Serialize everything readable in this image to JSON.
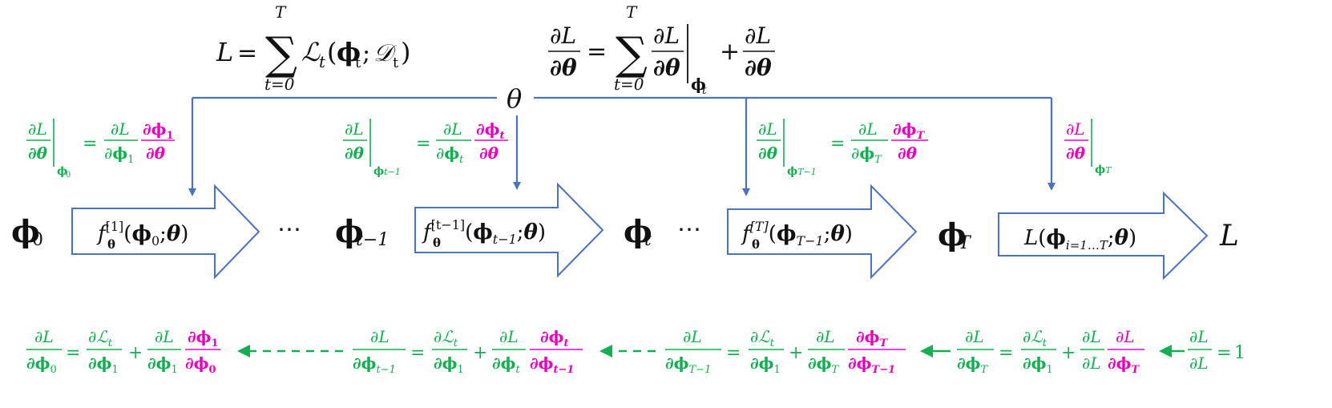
{
  "top_equations": {
    "loss_definition": {
      "lhs": "L",
      "equals": "=",
      "sum_upper": "T",
      "sum_lower": "t=0",
      "term": "ℒ",
      "term_sub": "t",
      "args_open": "(",
      "args_phi": "ϕ",
      "args_phi_sub": "t",
      "args_sep": ";",
      "args_D": "𝒟",
      "args_D_sub": "t",
      "args_close": ")"
    },
    "theta_gradient": {
      "dL": "∂L",
      "dtheta": "∂θ",
      "equals": "=",
      "sum_upper": "T",
      "sum_lower": "t=0",
      "eval_sub": "ϕ",
      "eval_sub_sub": "t",
      "plus": "+"
    }
  },
  "theta_label": "θ",
  "drops": [
    {
      "lhs_num": "∂L",
      "lhs_den": "∂θ",
      "eval": "ϕ",
      "eval_sub": "0",
      "eq": "=",
      "r1_num": "∂L",
      "r1_den_phi": "ϕ",
      "r1_den_sub": "1",
      "r2_num_phi": "∂ϕ",
      "r2_num_sub": "1",
      "r2_den": "∂θ"
    },
    {
      "lhs_num": "∂L",
      "lhs_den": "∂θ",
      "eval": "ϕ",
      "eval_sub": "t−1",
      "eq": "=",
      "r1_num": "∂L",
      "r1_den_phi": "ϕ",
      "r1_den_sub": "t",
      "r2_num_phi": "∂ϕ",
      "r2_num_sub": "t",
      "r2_den": "∂θ"
    },
    {
      "lhs_num": "∂L",
      "lhs_den": "∂θ",
      "eval": "ϕ",
      "eval_sub": "T−1",
      "eq": "=",
      "r1_num": "∂L",
      "r1_den_phi": "ϕ",
      "r1_den_sub": "T",
      "r2_num_phi": "∂ϕ",
      "r2_num_sub": "T",
      "r2_den": "∂θ"
    },
    {
      "lhs_num": "∂L",
      "lhs_den": "∂θ",
      "eval": "ϕ",
      "eval_sub": "T"
    }
  ],
  "states": [
    {
      "sym": "ϕ",
      "sub": "0"
    },
    {
      "sym": "ϕ",
      "sub": "t−1"
    },
    {
      "sym": "ϕ",
      "sub": "t"
    },
    {
      "sym": "ϕ",
      "sub": "T"
    }
  ],
  "ellipses": [
    "⋯",
    "⋯"
  ],
  "blocks": [
    {
      "f": "f",
      "f_sub": "θ",
      "f_sup": "[1]",
      "open": "(",
      "phi": "ϕ",
      "phi_sub": "0",
      "rest": ";",
      "theta": "θ",
      "close": ")"
    },
    {
      "f": "f",
      "f_sub": "θ",
      "f_sup": "[t−1]",
      "open": "(",
      "phi": "ϕ",
      "phi_sub": "t−1",
      "rest": ";",
      "theta": "θ",
      "close": ")"
    },
    {
      "f": "f",
      "f_sub": "θ",
      "f_sup": "[T]",
      "open": "(",
      "phi": "ϕ",
      "phi_sub": "T−1",
      "rest": ";",
      "theta": "θ",
      "close": ")"
    },
    {
      "f": "L",
      "open": "(",
      "phi": "ϕ",
      "phi_sub": "i=1…T",
      "rest": ";",
      "theta": "θ",
      "close": ")"
    }
  ],
  "output_label": "L",
  "backprop": [
    {
      "lhs_num": "∂L",
      "lhs_den_phi": "∂ϕ",
      "lhs_den_sub": "0",
      "eq": "=",
      "a_num": "∂ℒ",
      "a_num_sub": "t",
      "a_den_phi": "∂ϕ",
      "a_den_sub": "1",
      "plus": "+",
      "b_num": "∂L",
      "b_den_phi": "∂ϕ",
      "b_den_sub": "1",
      "c_num_phi": "∂ϕ",
      "c_num_sub": "1",
      "c_den_phi": "∂ϕ",
      "c_den_sub": "0"
    },
    {
      "lhs_num": "∂L",
      "lhs_den_phi": "∂ϕ",
      "lhs_den_sub": "t−1",
      "eq": "=",
      "a_num": "∂ℒ",
      "a_num_sub": "t",
      "a_den_phi": "∂ϕ",
      "a_den_sub": "1",
      "plus": "+",
      "b_num": "∂L",
      "b_den_phi": "∂ϕ",
      "b_den_sub": "t",
      "c_num_phi": "∂ϕ",
      "c_num_sub": "t",
      "c_den_phi": "∂ϕ",
      "c_den_sub": "t−1"
    },
    {
      "lhs_num": "∂L",
      "lhs_den_phi": "∂ϕ",
      "lhs_den_sub": "T−1",
      "eq": "=",
      "a_num": "∂ℒ",
      "a_num_sub": "t",
      "a_den_phi": "∂ϕ",
      "a_den_sub": "1",
      "plus": "+",
      "b_num": "∂L",
      "b_den_phi": "∂ϕ",
      "b_den_sub": "T",
      "c_num_phi": "∂ϕ",
      "c_num_sub": "T",
      "c_den_phi": "∂ϕ",
      "c_den_sub": "T−1"
    },
    {
      "lhs_num": "∂L",
      "lhs_den_phi": "∂ϕ",
      "lhs_den_sub": "T",
      "eq": "=",
      "a_num": "∂ℒ",
      "a_num_sub": "t",
      "a_den_phi": "∂ϕ",
      "a_den_sub": "1",
      "plus": "+",
      "b_num": "∂L",
      "b_den": "∂L",
      "c_num": "∂L",
      "c_den_phi": "∂ϕ",
      "c_den_sub": "T"
    }
  ],
  "seed": {
    "num": "∂L",
    "den": "∂L",
    "eq": "=",
    "val": "1"
  },
  "colors": {
    "blue": "#4a72c2",
    "green": "#12b050",
    "magenta": "#ee00c0",
    "black": "#111111"
  }
}
